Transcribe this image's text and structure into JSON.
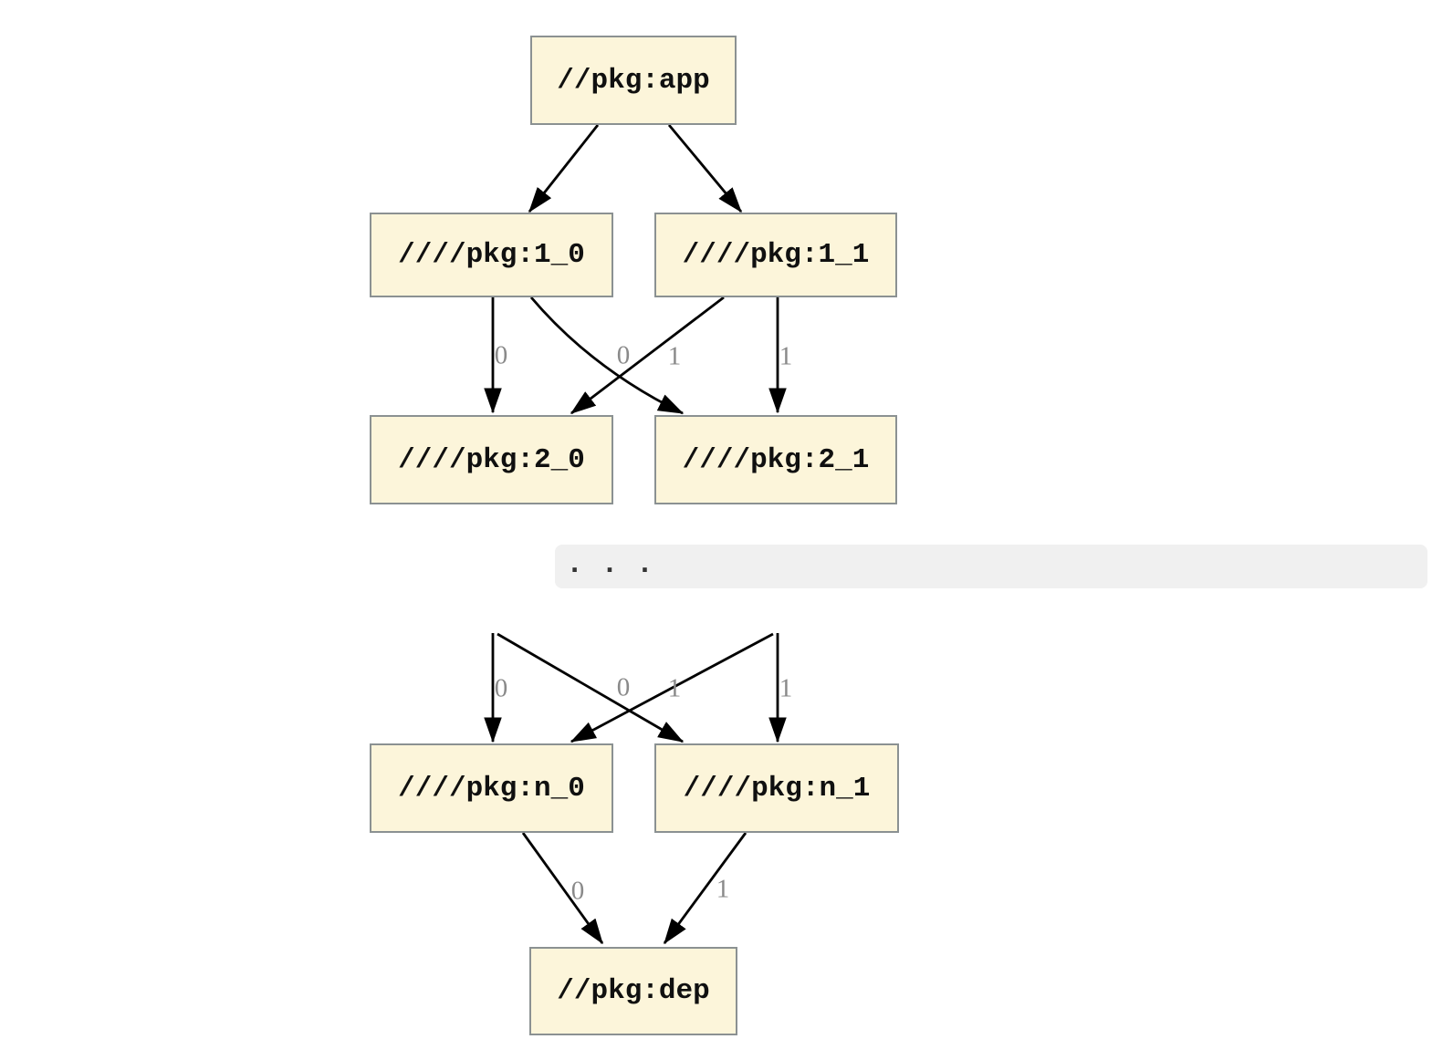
{
  "diagram": {
    "type": "dependency-graph",
    "nodes": [
      {
        "id": "app",
        "label": "//pkg:app"
      },
      {
        "id": "1_0",
        "label": "////pkg:1_0"
      },
      {
        "id": "1_1",
        "label": "////pkg:1_1"
      },
      {
        "id": "2_0",
        "label": "////pkg:2_0"
      },
      {
        "id": "2_1",
        "label": "////pkg:2_1"
      },
      {
        "id": "n_0",
        "label": "////pkg:n_0"
      },
      {
        "id": "n_1",
        "label": "////pkg:n_1"
      },
      {
        "id": "dep",
        "label": "//pkg:dep"
      }
    ],
    "edges": [
      {
        "from": "app",
        "to": "1_0",
        "label": ""
      },
      {
        "from": "app",
        "to": "1_1",
        "label": ""
      },
      {
        "from": "1_0",
        "to": "2_0",
        "label": "0"
      },
      {
        "from": "1_0",
        "to": "2_1",
        "label": "0"
      },
      {
        "from": "1_1",
        "to": "2_0",
        "label": "1"
      },
      {
        "from": "1_1",
        "to": "2_1",
        "label": "1"
      },
      {
        "from": "...",
        "to": "n_0",
        "label": "0"
      },
      {
        "from": "...",
        "to": "n_1",
        "label": "0"
      },
      {
        "from": "...",
        "to": "n_0",
        "label": "1"
      },
      {
        "from": "...",
        "to": "n_1",
        "label": "1"
      },
      {
        "from": "n_0",
        "to": "dep",
        "label": "0"
      },
      {
        "from": "n_1",
        "to": "dep",
        "label": "1"
      }
    ],
    "ellipsis_text": ". . .",
    "colors": {
      "node_fill": "#fcf5da",
      "node_border": "#8b9192",
      "edge": "#000000",
      "edge_label": "#8a8a8a",
      "ellipsis_bg": "#f0f0f0",
      "ellipsis_dots": "#333333"
    }
  }
}
